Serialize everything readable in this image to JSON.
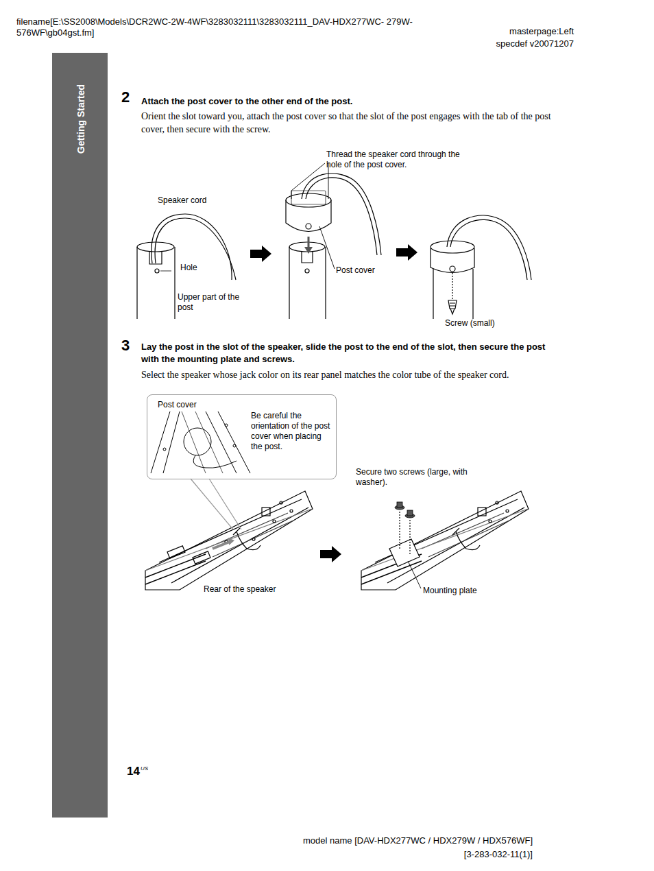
{
  "diagram": {
    "nodes": [
      {
        "text": [
          "Getting Started"
        ]
      },
      {
        "text": [
          "Post cover",
          "Be careful the orientation of the post cover when placing the post."
        ]
      }
    ],
    "labels": [
      "filename[E:\\SS2008\\Models\\DCR2WC-2W-4WF\\3283032111\\3283032111_DAV-HDX277WC- 279W-576WF\\gb04gst.fm]",
      "masterpage:Left",
      "specdef v20071207",
      "2",
      "Attach the post cover to the other end of the post.",
      "Orient the slot toward you, attach the post cover so that the slot of the post engages with the tab of the post cover, then secure with the screw.",
      "Thread the speaker cord through the hole of the post cover.",
      "Speaker cord",
      "Hole",
      "Upper part of the post",
      "Post cover",
      "Screw (small)",
      "3",
      "Lay the post in the slot of the speaker, slide the post to the end of the slot, then secure the post with the mounting plate and screws.",
      "Select the speaker whose jack color on its rear panel matches the color tube of the speaker cord.",
      "Secure two screws (large, with washer).",
      "Rear of the speaker",
      "Mounting plate",
      "14",
      "US",
      "model name [DAV-HDX277WC / HDX279W / HDX576WF]",
      "[3-283-032-11(1)]"
    ]
  }
}
